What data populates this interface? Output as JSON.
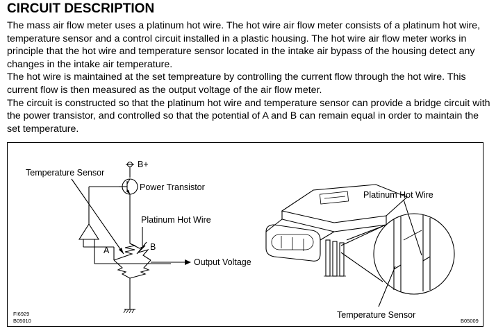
{
  "document": {
    "title": "CIRCUIT DESCRIPTION",
    "paragraphs": [
      "The mass air flow meter uses a platinum hot wire. The hot wire air flow meter consists of a platinum hot wire, temperature sensor and a control circuit installed in a plastic housing. The hot wire air flow meter works in principle that the hot wire and temperature sensor located in the intake air bypass of the housing detect any changes in the intake air temperature.",
      "The hot wire is maintained at the set tempreature by controlling the current flow through the hot wire. This current flow is then measured as the output voltage of the air flow meter.",
      "The circuit is constructed so that the platinum hot wire and temperature sensor can provide a bridge circuit with the power transistor, and controlled so that the potential of A and B can remain equal in order to maintain the set temperature."
    ]
  },
  "figure": {
    "circuit": {
      "supply": "B+",
      "temperature_sensor": "Temperature Sensor",
      "power_transistor": "Power Transistor",
      "platinum_hot_wire": "Platinum Hot Wire",
      "node_a": "A",
      "node_b": "B",
      "output_voltage": "Output Voltage",
      "code_top": "FI6929",
      "code_bottom": "B05010"
    },
    "sensor": {
      "platinum_hot_wire": "Platinum Hot Wire",
      "temperature_sensor": "Temperature Sensor",
      "code": "B05009"
    }
  }
}
